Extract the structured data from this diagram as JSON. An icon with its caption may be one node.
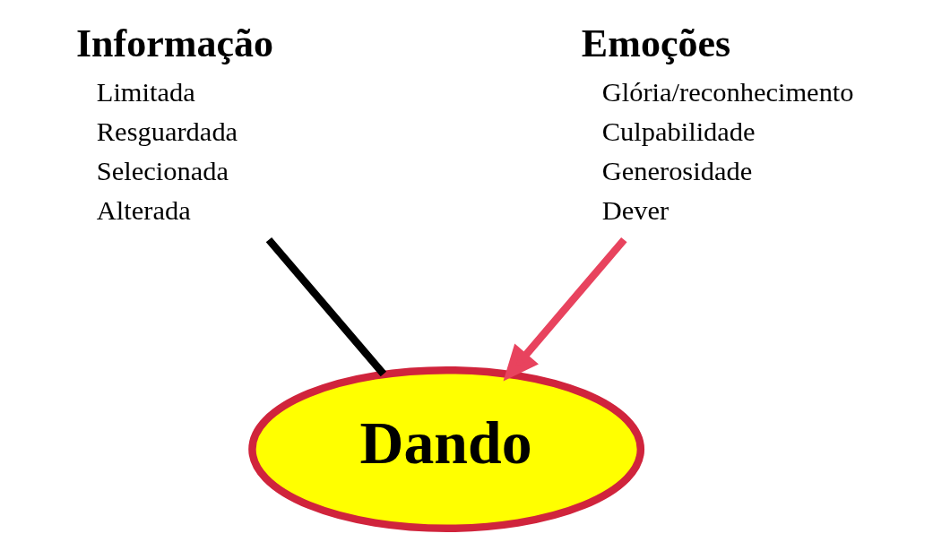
{
  "diagram": {
    "nodes": [
      {
        "text": [
          "Informação"
        ],
        "beside": [
          "Limitada",
          "Resguardada",
          "Selecionada",
          "Alterada"
        ]
      },
      {
        "text": [
          "Emoções"
        ],
        "beside": [
          "Glória/reconhecimento",
          "Culpabilidade",
          "Generosidade",
          "Dever"
        ]
      },
      {
        "text": [
          "Dando"
        ]
      }
    ],
    "edges": [
      {
        "from": 0,
        "to": 2,
        "arrow": "none",
        "color": "#000000"
      },
      {
        "from": 1,
        "to": 2,
        "arrow": "to",
        "color": "#e8435e"
      }
    ]
  }
}
